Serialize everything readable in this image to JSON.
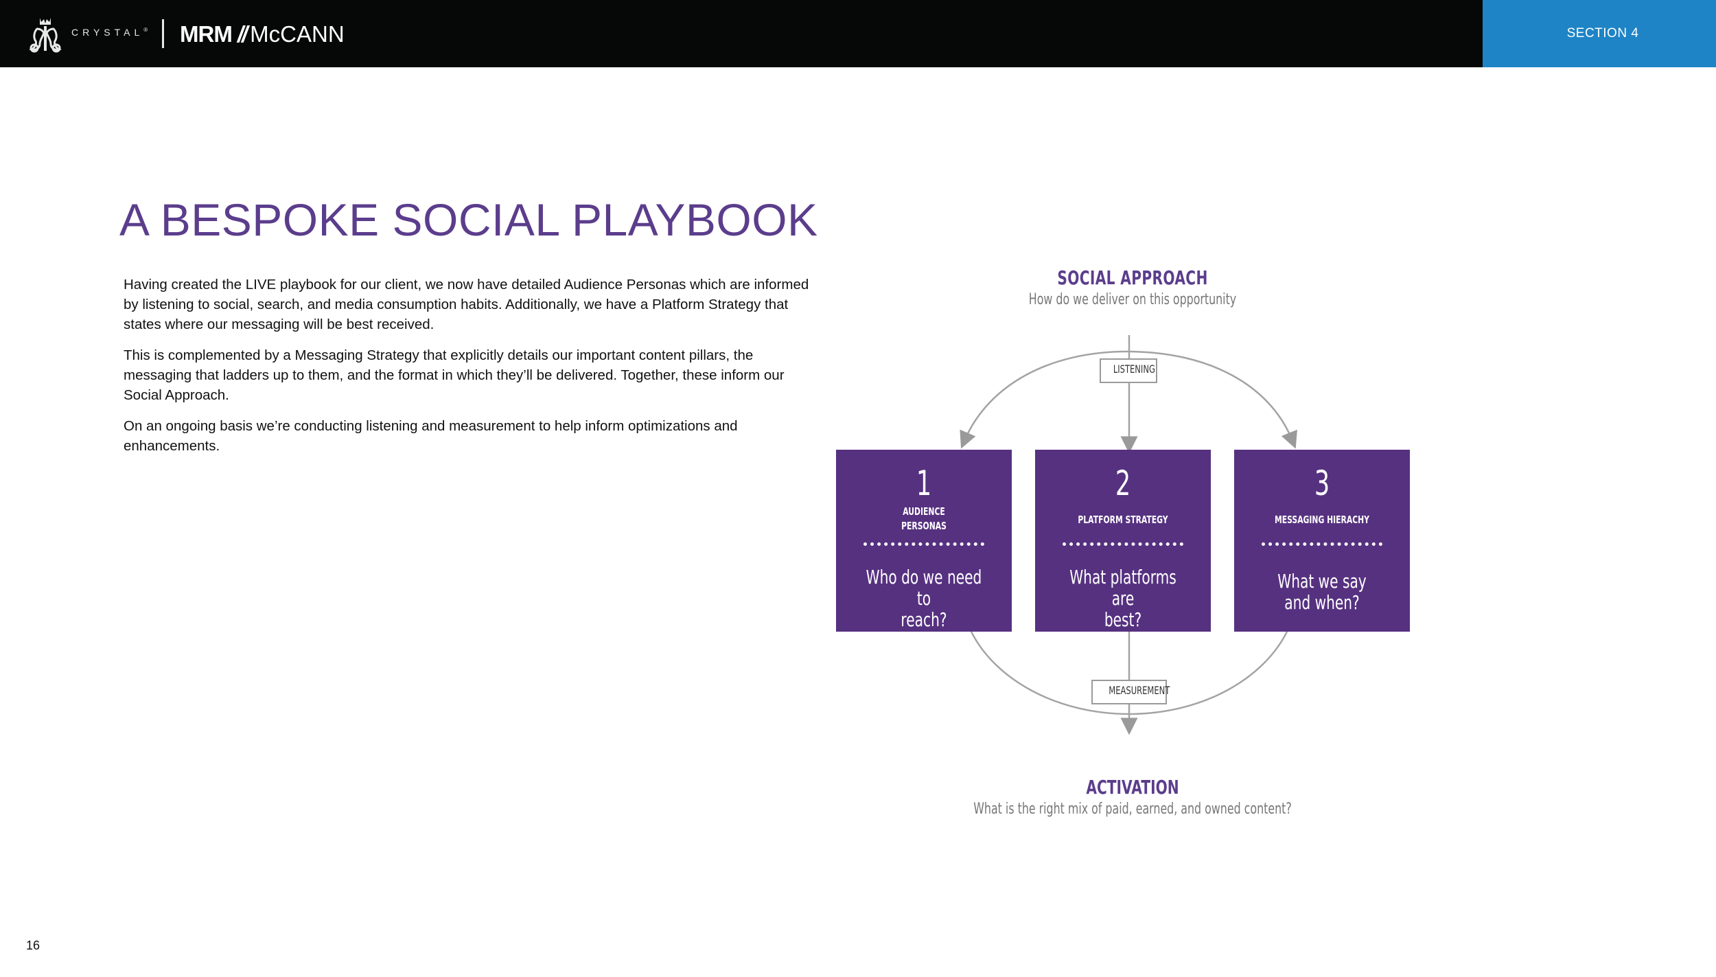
{
  "header": {
    "crystal_logo_text": "CRYSTAL",
    "crystal_trademark": "®",
    "mrm_logo": {
      "mrm": "MRM",
      "slash": "//",
      "mccann": "McCANN"
    },
    "section_label": "SECTION 4"
  },
  "page": {
    "title": "A BESPOKE SOCIAL PLAYBOOK",
    "paragraphs": [
      "Having created the LIVE playbook for our client, we now have detailed Audience Personas which are informed by listening to social, search, and media consumption habits. Additionally, we have a Platform Strategy that states where our messaging will be best received.",
      "This is complemented by a Messaging Strategy that explicitly details our important content pillars, the messaging that ladders up to them, and the format in which they’ll be delivered. Together, these inform our Social Approach.",
      "On an ongoing basis we’re conducting listening and measurement to help inform optimizations and enhancements."
    ],
    "page_number": "16"
  },
  "diagram": {
    "title": "SOCIAL APPROACH",
    "subtitle": "How do we deliver on this opportunity",
    "listening_label": "LISTENING",
    "measurement_label": "MEASUREMENT",
    "boxes": [
      {
        "number": "1",
        "name_line1": "AUDIENCE",
        "name_line2": "PERSONAS",
        "question_line1": "Who do we need to",
        "question_line2": "reach?"
      },
      {
        "number": "2",
        "name_line1": "PLATFORM STRATEGY",
        "name_line2": "",
        "question_line1": "What platforms are",
        "question_line2": "best?"
      },
      {
        "number": "3",
        "name_line1": "MESSAGING HIERACHY",
        "name_line2": "",
        "question_line1": "What we say",
        "question_line2": "and when?"
      }
    ],
    "activation_title": "ACTIVATION",
    "activation_subtitle": "What is the right mix of paid, earned, and owned content?"
  },
  "colors": {
    "topbar": "#050807",
    "section_tab": "#1e84c6",
    "purple": "#563180",
    "title_purple": "#5b3d8c",
    "arrow_gray": "#9a9a9a"
  }
}
